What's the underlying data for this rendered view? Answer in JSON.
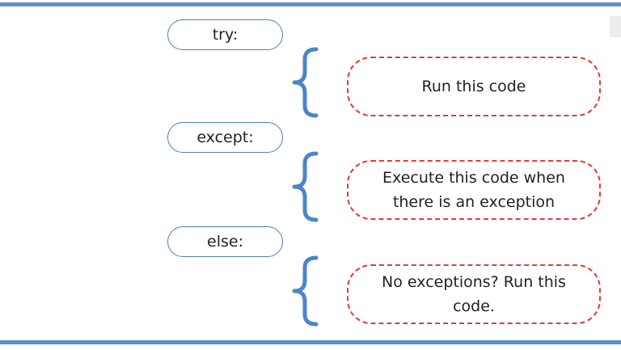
{
  "colors": {
    "rule": "#5b8fd0",
    "keyword_border": "#4a7fc0",
    "brace": "#4a86c8",
    "block_border": "#e23b3b"
  },
  "steps": [
    {
      "keyword": "try:",
      "description": "Run this code"
    },
    {
      "keyword": "except:",
      "description": "Execute this code when there is an exception"
    },
    {
      "keyword": "else:",
      "description": "No exceptions? Run this code."
    }
  ]
}
